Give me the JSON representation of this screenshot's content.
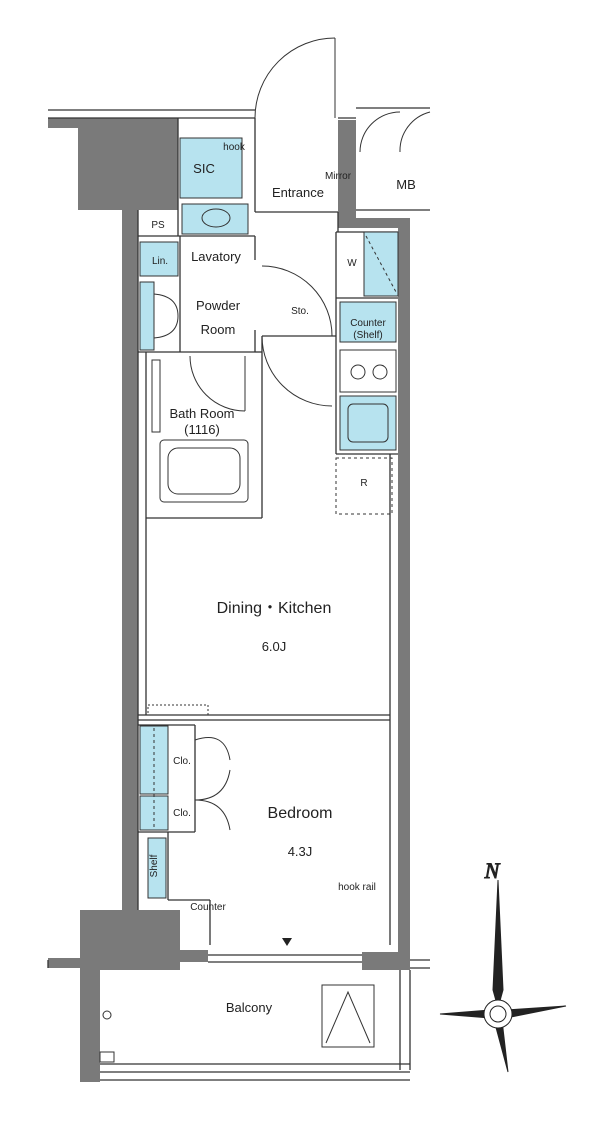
{
  "rooms": {
    "sic": "SIC",
    "hook_top": "hook",
    "mirror": "Mirror",
    "entrance": "Entrance",
    "mb": "MB",
    "ps": "PS",
    "lin": "Lin.",
    "lavatory": "Lavatory",
    "powder_line1": "Powder",
    "powder_line2": "Room",
    "w": "W",
    "sto": "Sto.",
    "counter_line1": "Counter",
    "counter_line2": "(Shelf)",
    "bath_line1": "Bath Room",
    "bath_line2": "(1116)",
    "r": "R",
    "dk_name": "Dining・Kitchen",
    "dk_size": "6.0J",
    "clo1": "Clo.",
    "clo2": "Clo.",
    "bed_name": "Bedroom",
    "bed_size": "4.3J",
    "shelf": "Shelf",
    "counter_bottom": "Counter",
    "hook_rail": "hook rail",
    "balcony": "Balcony"
  },
  "compass": {
    "north": "N"
  },
  "colors": {
    "wall": "#7a7a7a",
    "fixture": "#b7e3ef",
    "line": "#333333"
  }
}
